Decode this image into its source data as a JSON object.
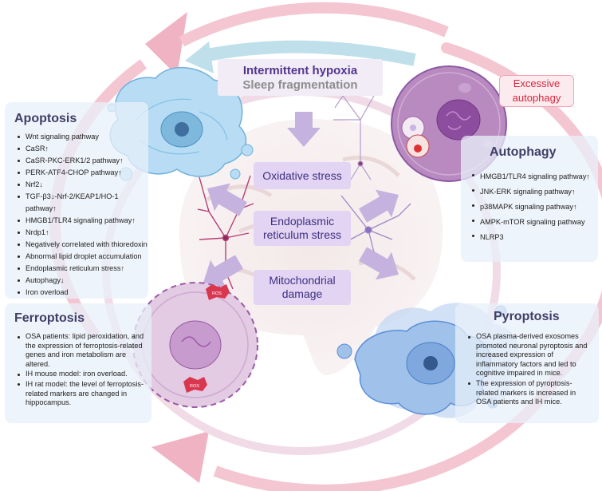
{
  "cause": {
    "primary": "Intermittent hypoxia",
    "secondary": "Sleep fragmentation"
  },
  "mechanisms": [
    "Oxidative stress",
    "Endoplasmic reticulum stress",
    "Mitochondrial damage"
  ],
  "excessive_autophagy": "Excessive autophagy",
  "apoptosis": {
    "title": "Apoptosis",
    "items": [
      "Wnt signaling pathway",
      "CaSR↑",
      "CaSR-PKC-ERK1/2 pathway↑",
      "PERK-ATF4-CHOP pathway↑",
      "Nrf2↓",
      "TGF-β3↓-Nrf-2/KEAP1/HO-1 pathway↑",
      "HMGB1/TLR4 signaling pathway↑",
      "Nrdp1↑",
      "Negatively correlated with thioredoxin",
      "Abnormal lipid droplet accumulation",
      "Endoplasmic reticulum stress↑",
      "Autophagy↓",
      "Iron overload"
    ]
  },
  "autophagy": {
    "title": "Autophagy",
    "items": [
      "HMGB1/TLR4 signaling pathway↑",
      "JNK-ERK signaling pathway↑",
      "p38MAPK signaling pathway↑",
      "AMPK-mTOR signaling pathway",
      "NLRP3"
    ]
  },
  "ferroptosis": {
    "title": "Ferroptosis",
    "items": [
      "OSA patients: lipid peroxidation, and the expression of ferroptosis-related genes and iron metabolism are altered.",
      "IH mouse model: iron overload.",
      "IH rat model: the level of ferroptosis-related markers are changed in hippocampus."
    ]
  },
  "pyroptosis": {
    "title": "Pyroptosis",
    "items": [
      "OSA plasma-derived exosomes promoted neuronal pyroptosis and increased expression of inflammatory factors and led to cognitive impaired in mice.",
      "The expression of pyroptosis-related markers is increased in OSA patients and IH mice."
    ]
  },
  "ros_label": "ROS",
  "colors": {
    "outer_ring": "#f4c6d2",
    "inner_ring": "#f1dbe6",
    "teal_arrow": "#bfe0ea",
    "mechanism_box": "#e2d4f2",
    "mechanism_text": "#3e2f83",
    "panel_bg": "#e8f0fa",
    "apoptosis_cell": "#b8dcf3",
    "autophagy_cell": "#b98ac0",
    "ferroptosis_cell": "#e3cbe3",
    "pyroptosis_cell": "#9fc1ea",
    "excess_text": "#d8253e"
  }
}
